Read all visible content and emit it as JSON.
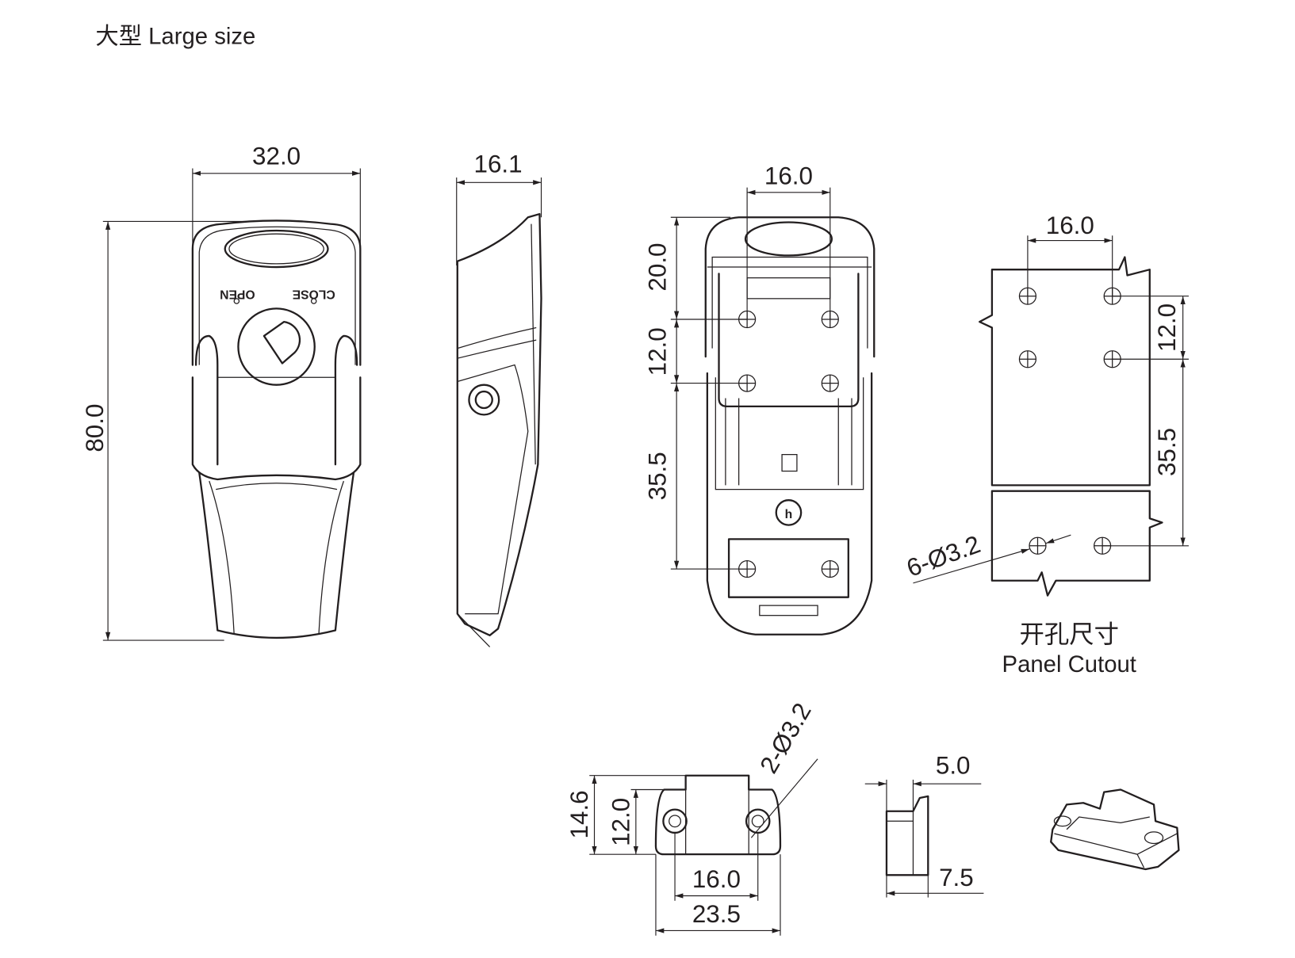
{
  "title": "大型 Large size",
  "front_view": {
    "width": "32.0",
    "height": "80.0",
    "mark_open": "OPEN",
    "mark_close": "CLOSE"
  },
  "side_view": {
    "depth": "16.1"
  },
  "back_view": {
    "hole_spacing": "16.0",
    "dim_top": "20.0",
    "dim_mid": "12.0",
    "dim_bottom": "35.5"
  },
  "panel_cutout": {
    "hole_spacing": "16.0",
    "dim_mid": "12.0",
    "dim_bottom": "35.5",
    "holes": "6-Ø3.2",
    "label_cn": "开孔尺寸",
    "label_en": "Panel Cutout"
  },
  "keeper": {
    "height_total": "14.6",
    "height_holes": "12.0",
    "hole_spacing": "16.0",
    "width": "23.5",
    "holes": "2-Ø3.2",
    "side_top": "5.0",
    "side_bottom": "7.5"
  }
}
